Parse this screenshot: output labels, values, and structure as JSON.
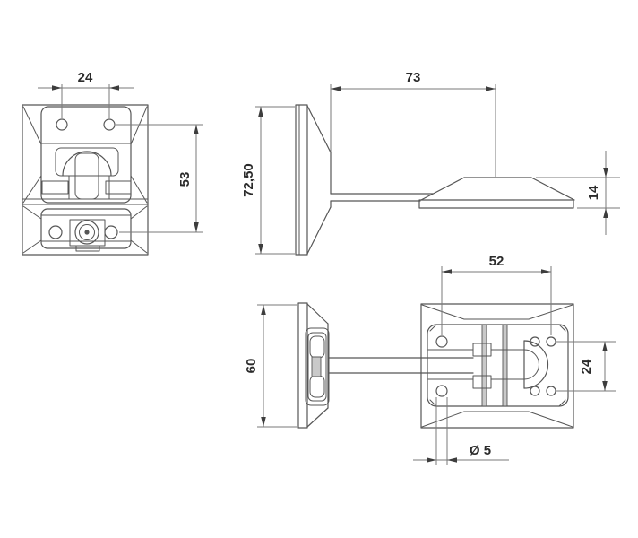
{
  "style": {
    "background": "#ffffff",
    "line": "#565656",
    "dim-line": "#7a7a7a",
    "arrow": "#3d3d3d",
    "text": "#2b2b2b",
    "shade": "#c9c9c9"
  },
  "dimensions": {
    "front_hole_spacing": "24",
    "front_hole_height": "53",
    "side_arm_length": "73",
    "side_plate_height": "72,50",
    "side_keeper_height": "14",
    "top_hole_spacing": "52",
    "top_plate_depth": "60",
    "top_keeper_hole_spacing": "24",
    "top_hole_diameter": "Ø 5"
  }
}
